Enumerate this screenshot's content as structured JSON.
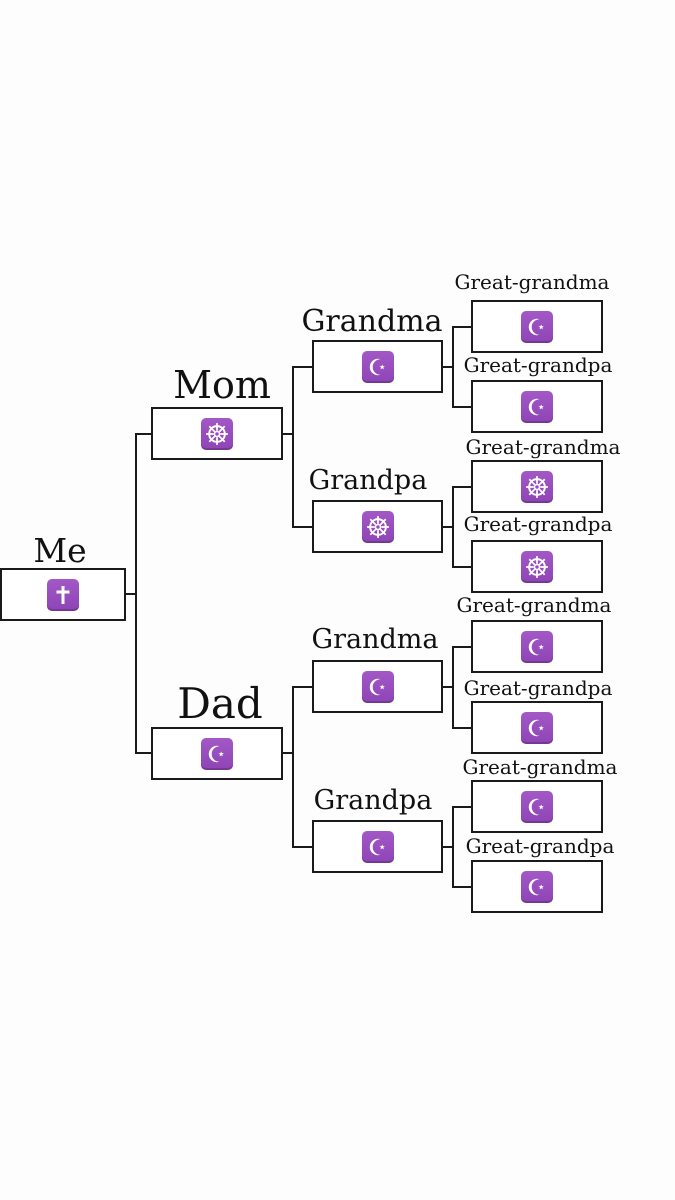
{
  "colors": {
    "icon_tile": "#a259c6",
    "icon_tile_dark": "#8e44b5",
    "glyph": "#ffffff",
    "line": "#1a1a1a"
  },
  "tree": {
    "me": {
      "label": "Me",
      "icon": "latin-cross-icon",
      "mom": {
        "label": "Mom",
        "icon": "dharma-wheel-icon",
        "grandma": {
          "label": "Grandma",
          "icon": "star-and-crescent-icon",
          "great_grandma": {
            "label": "Great-grandma",
            "icon": "star-and-crescent-icon"
          },
          "great_grandpa": {
            "label": "Great-grandpa",
            "icon": "star-and-crescent-icon"
          }
        },
        "grandpa": {
          "label": "Grandpa",
          "icon": "dharma-wheel-icon",
          "great_grandma": {
            "label": "Great-grandma",
            "icon": "dharma-wheel-icon"
          },
          "great_grandpa": {
            "label": "Great-grandpa",
            "icon": "dharma-wheel-icon"
          }
        }
      },
      "dad": {
        "label": "Dad",
        "icon": "star-and-crescent-icon",
        "grandma": {
          "label": "Grandma",
          "icon": "star-and-crescent-icon",
          "great_grandma": {
            "label": "Great-grandma",
            "icon": "star-and-crescent-icon"
          },
          "great_grandpa": {
            "label": "Great-grandpa",
            "icon": "star-and-crescent-icon"
          }
        },
        "grandpa": {
          "label": "Grandpa",
          "icon": "star-and-crescent-icon",
          "great_grandma": {
            "label": "Great-grandma",
            "icon": "star-and-crescent-icon"
          },
          "great_grandpa": {
            "label": "Great-grandpa",
            "icon": "star-and-crescent-icon"
          }
        }
      }
    }
  }
}
